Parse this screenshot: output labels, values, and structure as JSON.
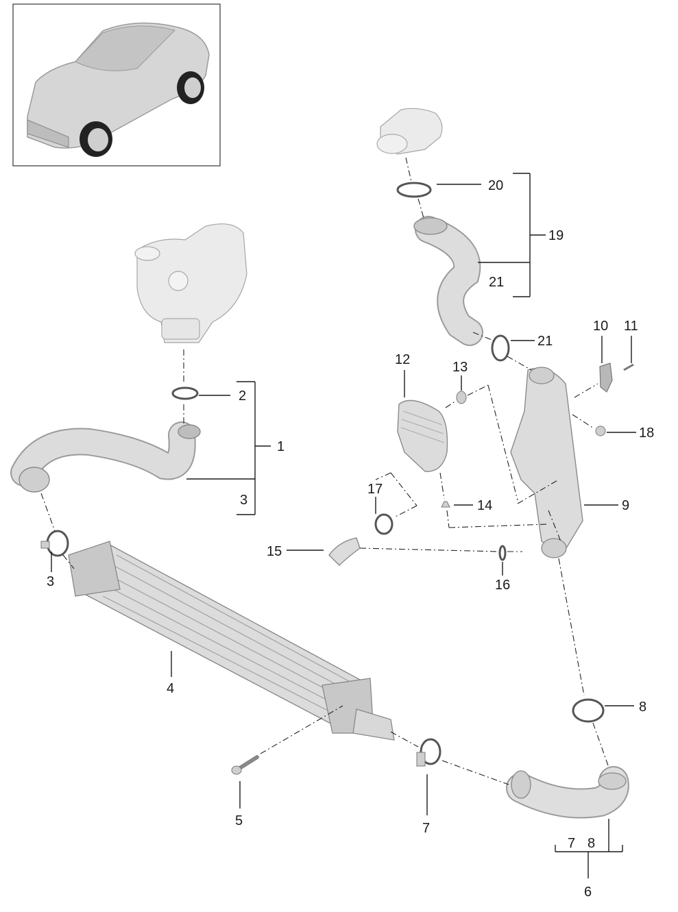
{
  "labels": {
    "l1": "1",
    "l2": "2",
    "l3a": "3",
    "l3b": "3",
    "l4": "4",
    "l5": "5",
    "l6": "6",
    "l7a": "7",
    "l7b": "7",
    "l8a": "8",
    "l8b": "8",
    "l9": "9",
    "l10": "10",
    "l11": "11",
    "l12": "12",
    "l13": "13",
    "l14": "14",
    "l15": "15",
    "l16": "16",
    "l17": "17",
    "l18": "18",
    "l19": "19",
    "l20": "20",
    "l21a": "21",
    "l21b": "21"
  },
  "icons": {
    "vehicle": "car-thumbnail-icon",
    "turbo": "turbocharger-icon",
    "throttle": "throttle-body-icon",
    "intercooler": "intercooler-icon"
  }
}
